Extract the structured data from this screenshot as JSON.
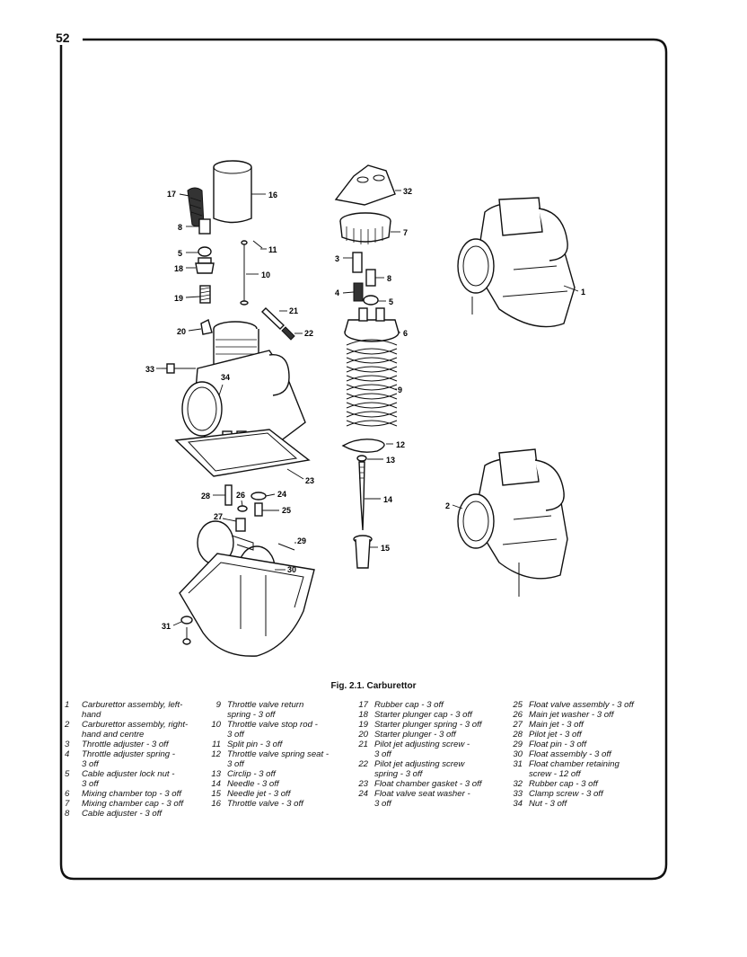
{
  "page": {
    "number": "52"
  },
  "figure": {
    "caption": "Fig. 2.1. Carburettor",
    "callouts": [
      "1",
      "2",
      "3",
      "4",
      "5",
      "6",
      "7",
      "8",
      "9",
      "10",
      "11",
      "12",
      "13",
      "14",
      "15",
      "16",
      "17",
      "18",
      "19",
      "20",
      "21",
      "22",
      "23",
      "24",
      "25",
      "26",
      "27",
      "28",
      "29",
      "30",
      "31",
      "32",
      "33",
      "34"
    ],
    "callouts_center": [
      "32",
      "7",
      "3",
      "8",
      "4",
      "5",
      "6",
      "9",
      "12",
      "13",
      "14",
      "15"
    ]
  },
  "legend": {
    "col1": [
      {
        "num": "1",
        "lines": [
          "Carburettor assembly, left-",
          "hand"
        ]
      },
      {
        "num": "2",
        "lines": [
          "Carburettor assembly, right-",
          "hand and centre"
        ]
      },
      {
        "num": "3",
        "lines": [
          "Throttle adjuster - 3 off"
        ]
      },
      {
        "num": "4",
        "lines": [
          "Throttle adjuster spring -",
          "3 off"
        ]
      },
      {
        "num": "5",
        "lines": [
          "Cable adjuster lock nut -",
          "3 off"
        ]
      },
      {
        "num": "6",
        "lines": [
          "Mixing chamber top - 3 off"
        ]
      },
      {
        "num": "7",
        "lines": [
          "Mixing chamber cap - 3 off"
        ]
      },
      {
        "num": "8",
        "lines": [
          "Cable adjuster - 3 off"
        ]
      }
    ],
    "col2": [
      {
        "num": "9",
        "lines": [
          "Throttle valve return",
          "spring - 3 off"
        ]
      },
      {
        "num": "10",
        "lines": [
          "Throttle valve stop rod -",
          "3 off"
        ]
      },
      {
        "num": "11",
        "lines": [
          "Split pin - 3 off"
        ]
      },
      {
        "num": "12",
        "lines": [
          "Throttle valve spring seat -",
          "3 off"
        ]
      },
      {
        "num": "13",
        "lines": [
          "Circlip - 3 off"
        ]
      },
      {
        "num": "14",
        "lines": [
          "Needle - 3 off"
        ]
      },
      {
        "num": "15",
        "lines": [
          "Needle jet - 3 off"
        ]
      },
      {
        "num": "16",
        "lines": [
          "Throttle valve - 3 off"
        ]
      }
    ],
    "col3": [
      {
        "num": "17",
        "lines": [
          "Rubber cap - 3 off"
        ]
      },
      {
        "num": "18",
        "lines": [
          "Starter plunger cap - 3 off"
        ]
      },
      {
        "num": "19",
        "lines": [
          "Starter plunger spring - 3 off"
        ]
      },
      {
        "num": "20",
        "lines": [
          "Starter plunger - 3 off"
        ]
      },
      {
        "num": "21",
        "lines": [
          "Pilot jet adjusting screw -",
          "3 off"
        ]
      },
      {
        "num": "22",
        "lines": [
          "Pilot jet adjusting screw",
          "spring - 3 off"
        ]
      },
      {
        "num": "23",
        "lines": [
          "Float chamber gasket - 3 off"
        ]
      },
      {
        "num": "24",
        "lines": [
          "Float valve seat washer -",
          "3 off"
        ]
      }
    ],
    "col4": [
      {
        "num": "25",
        "lines": [
          "Float valve assembly - 3 off"
        ]
      },
      {
        "num": "26",
        "lines": [
          "Main jet washer - 3 off"
        ]
      },
      {
        "num": "27",
        "lines": [
          "Main jet - 3 off"
        ]
      },
      {
        "num": "28",
        "lines": [
          "Pilot jet - 3 off"
        ]
      },
      {
        "num": "29",
        "lines": [
          "Float pin - 3 off"
        ]
      },
      {
        "num": "30",
        "lines": [
          "Float assembly - 3 off"
        ]
      },
      {
        "num": "31",
        "lines": [
          "Float chamber retaining",
          "screw - 12 off"
        ]
      },
      {
        "num": "32",
        "lines": [
          "Rubber cap - 3 off"
        ]
      },
      {
        "num": "33",
        "lines": [
          "Clamp screw - 3 off"
        ]
      },
      {
        "num": "34",
        "lines": [
          "Nut - 3 off"
        ]
      }
    ]
  }
}
